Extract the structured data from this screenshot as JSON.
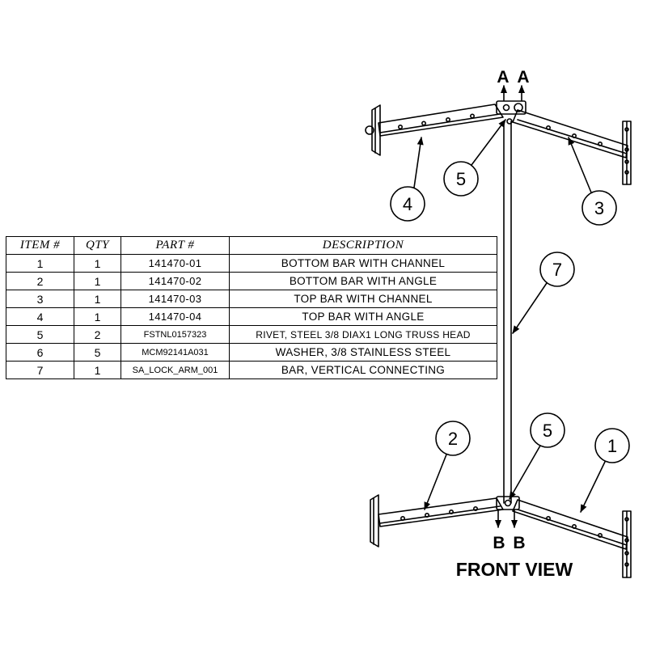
{
  "bom_table": {
    "headers": [
      "ITEM #",
      "QTY",
      "PART #",
      "DESCRIPTION"
    ],
    "rows": [
      {
        "item": "1",
        "qty": "1",
        "part": "141470-01",
        "description": "BOTTOM BAR WITH CHANNEL"
      },
      {
        "item": "2",
        "qty": "1",
        "part": "141470-02",
        "description": "BOTTOM BAR WITH ANGLE"
      },
      {
        "item": "3",
        "qty": "1",
        "part": "141470-03",
        "description": "TOP BAR WITH CHANNEL"
      },
      {
        "item": "4",
        "qty": "1",
        "part": "141470-04",
        "description": "TOP BAR WITH ANGLE"
      },
      {
        "item": "5",
        "qty": "2",
        "part": "FSTNL0157323",
        "description": "RIVET, STEEL 3/8 DIAX1 LONG TRUSS HEAD"
      },
      {
        "item": "6",
        "qty": "5",
        "part": "MCM92141A031",
        "description": "WASHER, 3/8 STAINLESS STEEL"
      },
      {
        "item": "7",
        "qty": "1",
        "part": "SA_LOCK_ARM_001",
        "description": "BAR, VERTICAL CONNECTING"
      }
    ]
  },
  "drawing": {
    "view_label": "FRONT VIEW",
    "section_top_left": "A",
    "section_top_right": "A",
    "section_bottom_left": "B",
    "section_bottom_right": "B",
    "balloons": {
      "b1": "1",
      "b2": "2",
      "b3": "3",
      "b4": "4",
      "b5_top": "5",
      "b5_bottom": "5",
      "b7": "7"
    }
  },
  "colors": {
    "line": "#000000",
    "background": "#ffffff"
  }
}
